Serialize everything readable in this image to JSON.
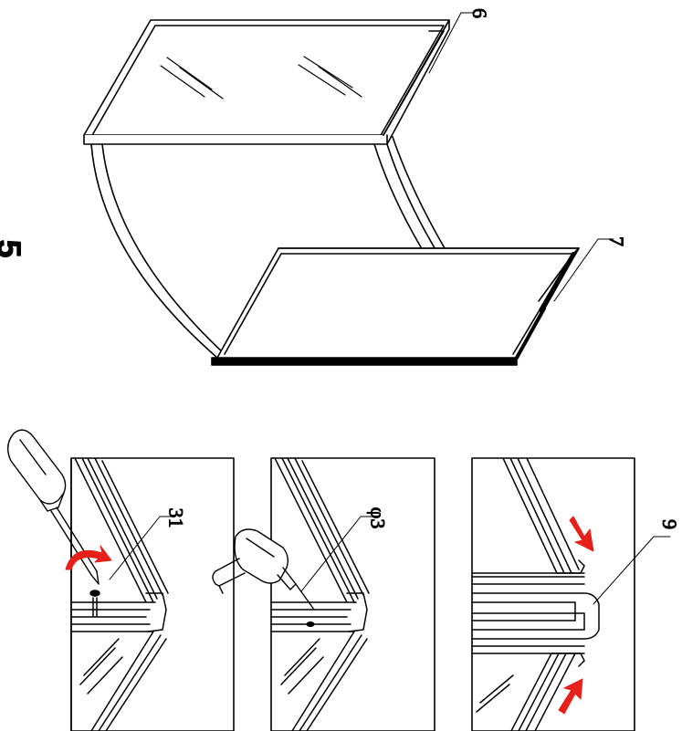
{
  "step_number": "5",
  "callouts": {
    "part_6": "6",
    "part_7": "7",
    "screw": "31",
    "drill_bit": "φ3",
    "part_9": "9"
  },
  "colors": {
    "line": "#000000",
    "arrow": "#e8201a",
    "background": "#ffffff"
  },
  "icons": [
    "screwdriver-icon",
    "drill-icon",
    "rotate-arrow-icon",
    "push-arrow-icon"
  ]
}
